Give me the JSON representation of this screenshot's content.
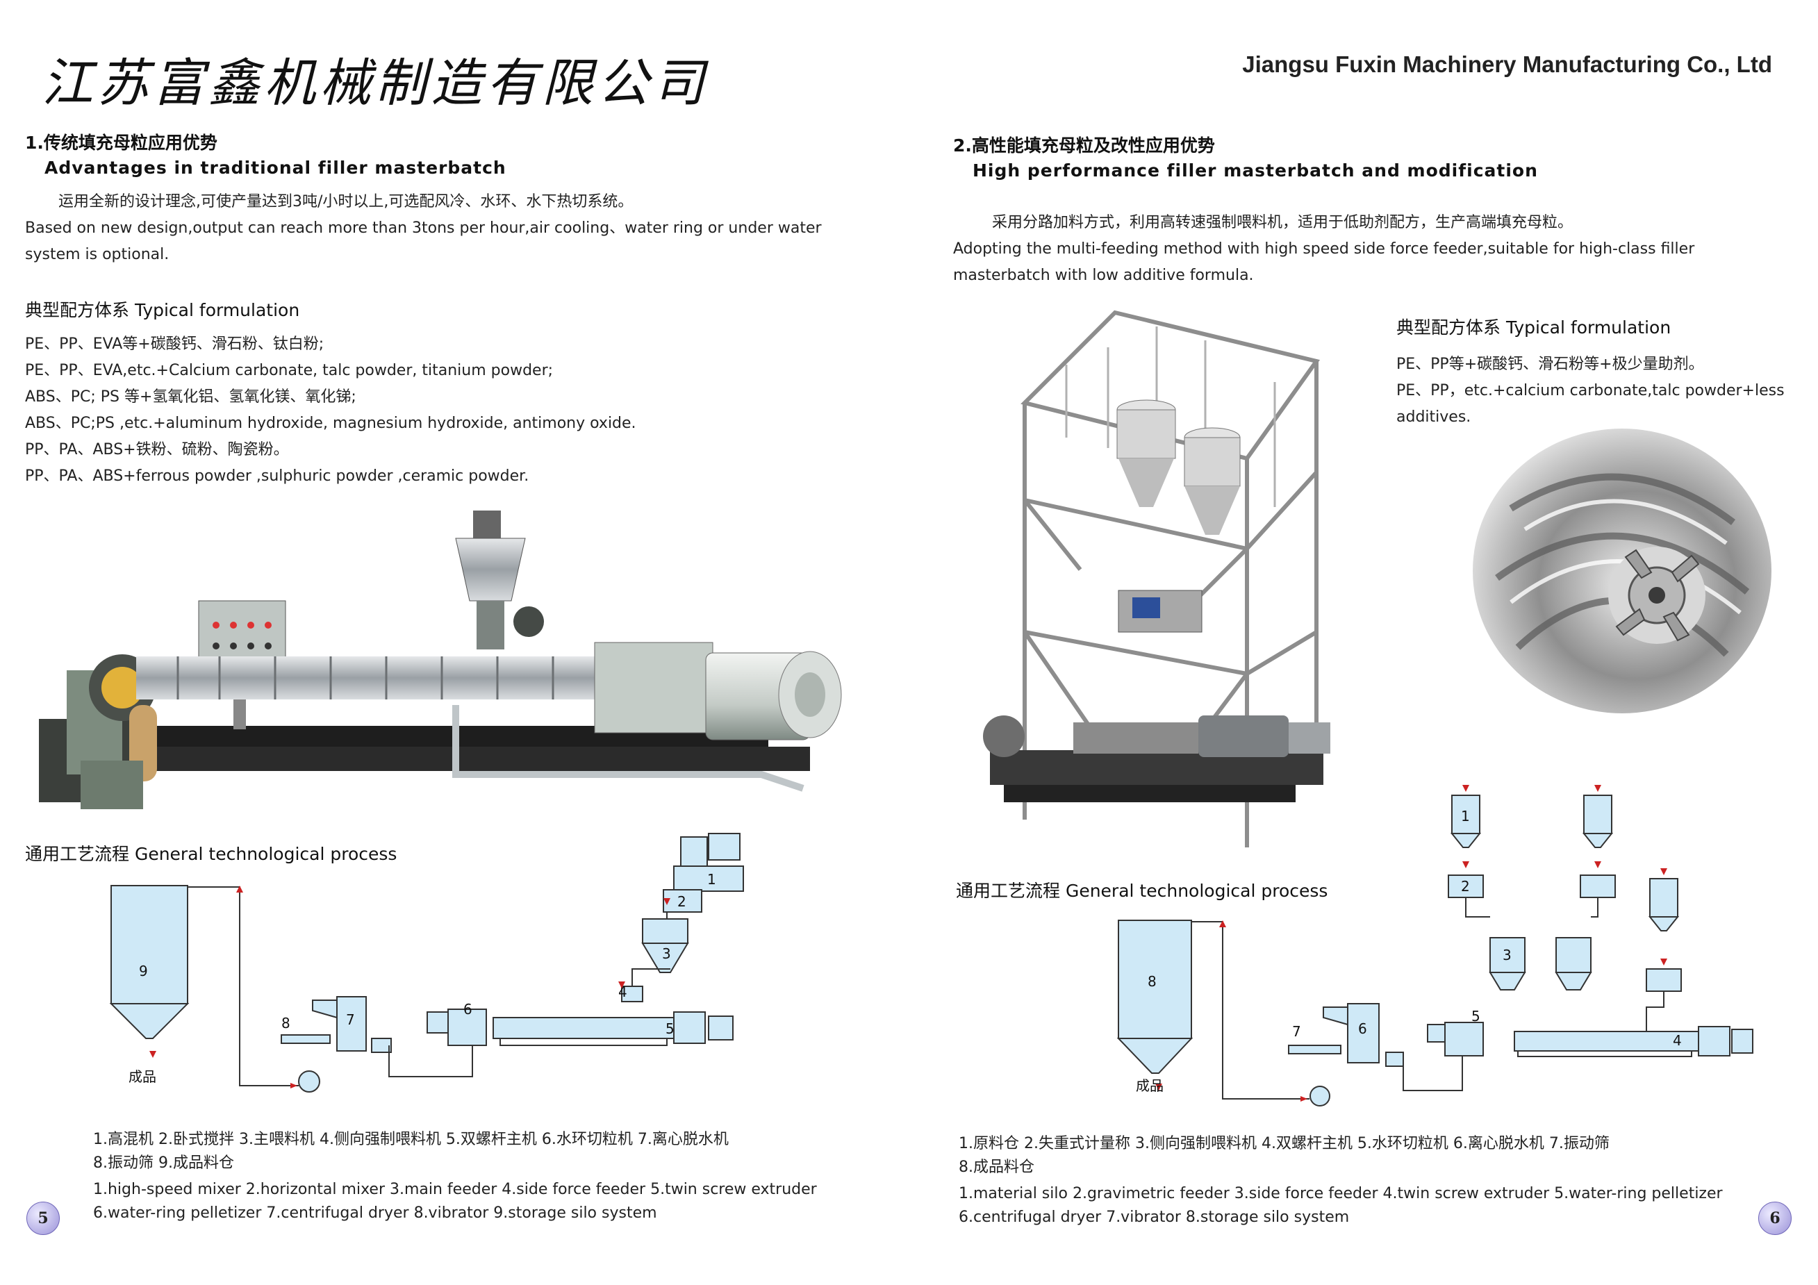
{
  "header": {
    "company_cn": "江苏富鑫机械制造有限公司",
    "company_en": "Jiangsu Fuxin Machinery Manufacturing Co., Ltd"
  },
  "left": {
    "title_cn": "1.传统填充母粒应用优势",
    "title_en": "Advantages in traditional filler masterbatch",
    "desc_cn": "运用全新的设计理念,可使产量达到3吨/小时以上,可选配风冷、水环、水下热切系统。",
    "desc_en_1": "Based on new design,output can reach more than 3tons per hour,air cooling、water ring or under water",
    "desc_en_2": "system is optional.",
    "formulation_title": "典型配方体系  Typical formulation",
    "formulation": [
      "PE、PP、EVA等+碳酸钙、滑石粉、钛白粉;",
      "PE、PP、EVA,etc.+Calcium carbonate, talc powder, titanium powder;",
      "ABS、PC; PS 等+氢氧化铝、氢氧化镁、氧化锑;",
      "ABS、PC;PS ,etc.+aluminum hydroxide, magnesium hydroxide, antimony oxide.",
      "PP、PA、ABS+铁粉、硫粉、陶瓷粉。",
      "PP、PA、ABS+ferrous powder ,sulphuric powder ,ceramic powder."
    ],
    "process_title": "通用工艺流程  General technological process",
    "product_label": "成品",
    "diagram_numbers": [
      "1",
      "2",
      "3",
      "4",
      "5",
      "6",
      "7",
      "8",
      "9"
    ],
    "legend_cn_1": "1.高混机   2.卧式搅拌   3.主喂料机   4.侧向强制喂料机  5.双螺杆主机   6.水环切粒机   7.离心脱水机",
    "legend_cn_2": "8.振动筛   9.成品料仓",
    "legend_en_1": "1.high-speed mixer  2.horizontal mixer  3.main feeder  4.side force feeder  5.twin screw extruder",
    "legend_en_2": "6.water-ring pelletizer  7.centrifugal dryer  8.vibrator 9.storage silo system",
    "page_number": "5"
  },
  "right": {
    "title_cn": "2.高性能填充母粒及改性应用优势",
    "title_en": "High performance filler masterbatch and modification",
    "desc_cn": "采用分路加料方式，利用高转速强制喂料机，适用于低助剂配方，生产高端填充母粒。",
    "desc_en_1": "Adopting the multi-feeding method with high speed side force feeder,suitable for high-class filler",
    "desc_en_2": "masterbatch with low additive formula.",
    "formulation_title": "典型配方体系  Typical formulation",
    "formulation": [
      "PE、PP等+碳酸钙、滑石粉等+极少量助剂。",
      "PE、PP，etc.+calcium carbonate,talc powder+less",
      "additives."
    ],
    "process_title": "通用工艺流程  General technological process",
    "product_label": "成品",
    "diagram_numbers": [
      "1",
      "2",
      "3",
      "4",
      "5",
      "6",
      "7",
      "8"
    ],
    "legend_cn_1": "1.原料仓  2.失重式计量称  3.侧向强制喂料机  4.双螺杆主机  5.水环切粒机  6.离心脱水机  7.振动筛",
    "legend_cn_2": "8.成品料仓",
    "legend_en_1": "1.material silo  2.gravimetric feeder  3.side force feeder  4.twin screw extruder  5.water-ring pelletizer",
    "legend_en_2": "6.centrifugal dryer  7.vibrator  8.storage silo system",
    "page_number": "6"
  },
  "colors": {
    "equipment_fill": "#cfe9f7",
    "equipment_stroke": "#333333",
    "flow_arrow": "#cc2222",
    "page_badge": "#9a92d8"
  }
}
